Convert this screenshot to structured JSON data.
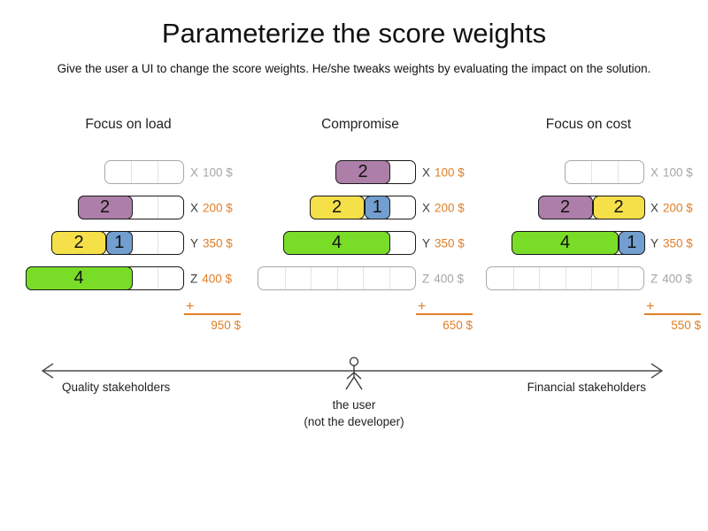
{
  "header": {
    "title": "Parameterize the score weights",
    "subtitle": "Give the user a UI to change the score weights. He/she tweaks weights by evaluating the impact on the solution."
  },
  "colors": {
    "purple": "#ad7fa8",
    "yellow": "#f5e04a",
    "blue": "#729fcf",
    "green": "#79dd28",
    "orange": "#e07f28",
    "inactive_grey": "#a6a6a6",
    "axis_letter": "#3d3d3d"
  },
  "columns": [
    {
      "title": "Focus on load",
      "rows": [
        {
          "cells": 3,
          "blocks": [],
          "axis": "X",
          "amount": "100 $",
          "active": false
        },
        {
          "cells": 4,
          "blocks": [
            {
              "value": "2",
              "span": 2,
              "color": "purple"
            }
          ],
          "axis": "X",
          "amount": "200 $",
          "active": true
        },
        {
          "cells": 5,
          "blocks": [
            {
              "value": "2",
              "span": 2,
              "color": "yellow"
            },
            {
              "value": "1",
              "span": 1,
              "color": "blue"
            }
          ],
          "axis": "Y",
          "amount": "350 $",
          "active": true
        },
        {
          "cells": 6,
          "blocks": [
            {
              "value": "4",
              "span": 4,
              "color": "green"
            }
          ],
          "axis": "Z",
          "amount": "400 $",
          "active": true
        }
      ],
      "sum": {
        "plus": "+",
        "total": "950 $"
      }
    },
    {
      "title": "Compromise",
      "rows": [
        {
          "cells": 3,
          "blocks": [
            {
              "value": "2",
              "span": 2,
              "color": "purple"
            }
          ],
          "axis": "X",
          "amount": "100 $",
          "active": true
        },
        {
          "cells": 4,
          "blocks": [
            {
              "value": "2",
              "span": 2,
              "color": "yellow"
            },
            {
              "value": "1",
              "span": 1,
              "color": "blue"
            }
          ],
          "axis": "X",
          "amount": "200 $",
          "active": true
        },
        {
          "cells": 5,
          "blocks": [
            {
              "value": "4",
              "span": 4,
              "color": "green"
            }
          ],
          "axis": "Y",
          "amount": "350 $",
          "active": true
        },
        {
          "cells": 6,
          "blocks": [],
          "axis": "Z",
          "amount": "400 $",
          "active": false
        }
      ],
      "sum": {
        "plus": "+",
        "total": "650 $"
      }
    },
    {
      "title": "Focus on cost",
      "rows": [
        {
          "cells": 3,
          "blocks": [],
          "axis": "X",
          "amount": "100 $",
          "active": false
        },
        {
          "cells": 4,
          "blocks": [
            {
              "value": "2",
              "span": 2,
              "color": "purple"
            },
            {
              "value": "2",
              "span": 2,
              "color": "yellow"
            }
          ],
          "axis": "X",
          "amount": "200 $",
          "active": true
        },
        {
          "cells": 5,
          "blocks": [
            {
              "value": "4",
              "span": 4,
              "color": "green"
            },
            {
              "value": "1",
              "span": 1,
              "color": "blue"
            }
          ],
          "axis": "Y",
          "amount": "350 $",
          "active": true
        },
        {
          "cells": 6,
          "blocks": [],
          "axis": "Z",
          "amount": "400 $",
          "active": false
        }
      ],
      "sum": {
        "plus": "+",
        "total": "550 $"
      }
    }
  ],
  "footer": {
    "left_label": "Quality stakeholders",
    "right_label": "Financial stakeholders",
    "user_label": "the user",
    "user_sublabel": "(not the developer)"
  }
}
